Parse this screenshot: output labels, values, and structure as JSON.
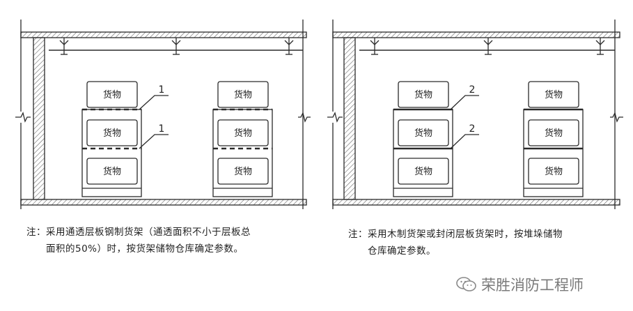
{
  "cargo_label": "货物",
  "left_panel": {
    "callout_1": "1",
    "callout_2": "1",
    "note_line1": "注：采用通透层板钢制货架（通透面积不小于层板总",
    "note_line2": "面积的50%）时，按货架储物仓库确定参数。"
  },
  "right_panel": {
    "callout_1": "2",
    "callout_2": "2",
    "note_line1": "注：采用木制货架或封闭层板货架时，按堆垛储物",
    "note_line2": "仓库确定参数。"
  },
  "watermark": {
    "text": "荣胜消防工程师",
    "icon": "wechat-icon"
  },
  "colors": {
    "line": "#2a2a2a",
    "hatch": "#6a6a6a",
    "text": "#222222",
    "watermark": "#7a7a7a"
  }
}
